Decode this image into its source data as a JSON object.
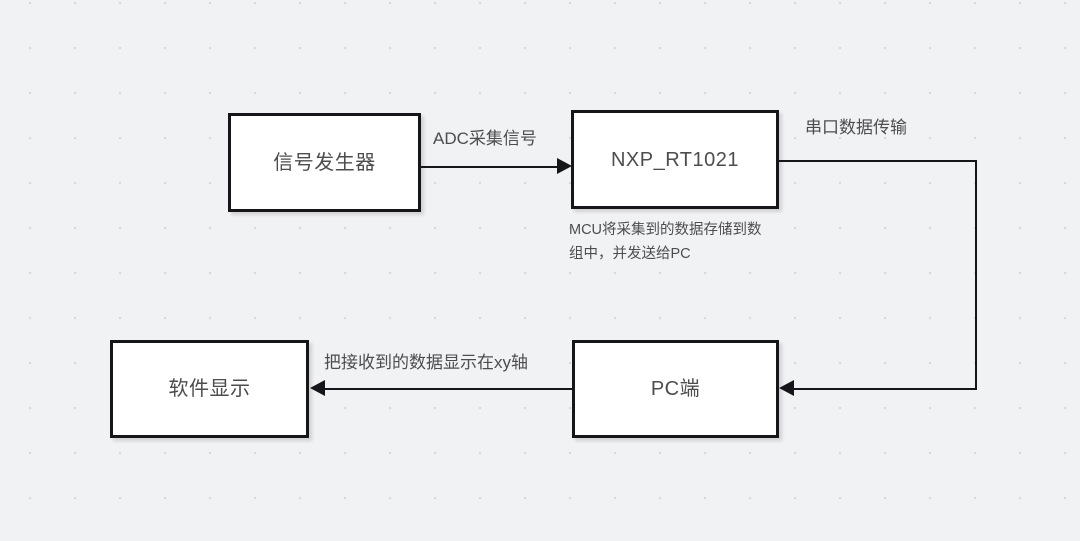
{
  "diagram": {
    "title": "ADC signal acquisition and display flow",
    "background_color": "#f1f2f4",
    "stroke_color": "#16161a",
    "text_color": "#4d4d4d",
    "node_fill": "#ffffff",
    "nodes": [
      {
        "id": "signal-generator",
        "label": "信号发生器"
      },
      {
        "id": "nxp-rt1021",
        "label": "NXP_RT1021"
      },
      {
        "id": "software-display",
        "label": "软件显示"
      },
      {
        "id": "pc-side",
        "label": "PC端"
      }
    ],
    "edges": [
      {
        "id": "adc-capture",
        "label": "ADC采集信号",
        "from": "signal-generator",
        "to": "nxp-rt1021"
      },
      {
        "id": "serial-transfer",
        "label": "串口数据传输",
        "from": "nxp-rt1021",
        "to": "pc-side"
      },
      {
        "id": "xy-display",
        "label": "把接收到的数据显示在xy轴",
        "from": "pc-side",
        "to": "software-display"
      }
    ],
    "notes": [
      {
        "id": "mcu-note",
        "line1": "MCU将采集到的数据存储到数",
        "line2": "组中，并发送给PC"
      }
    ]
  }
}
